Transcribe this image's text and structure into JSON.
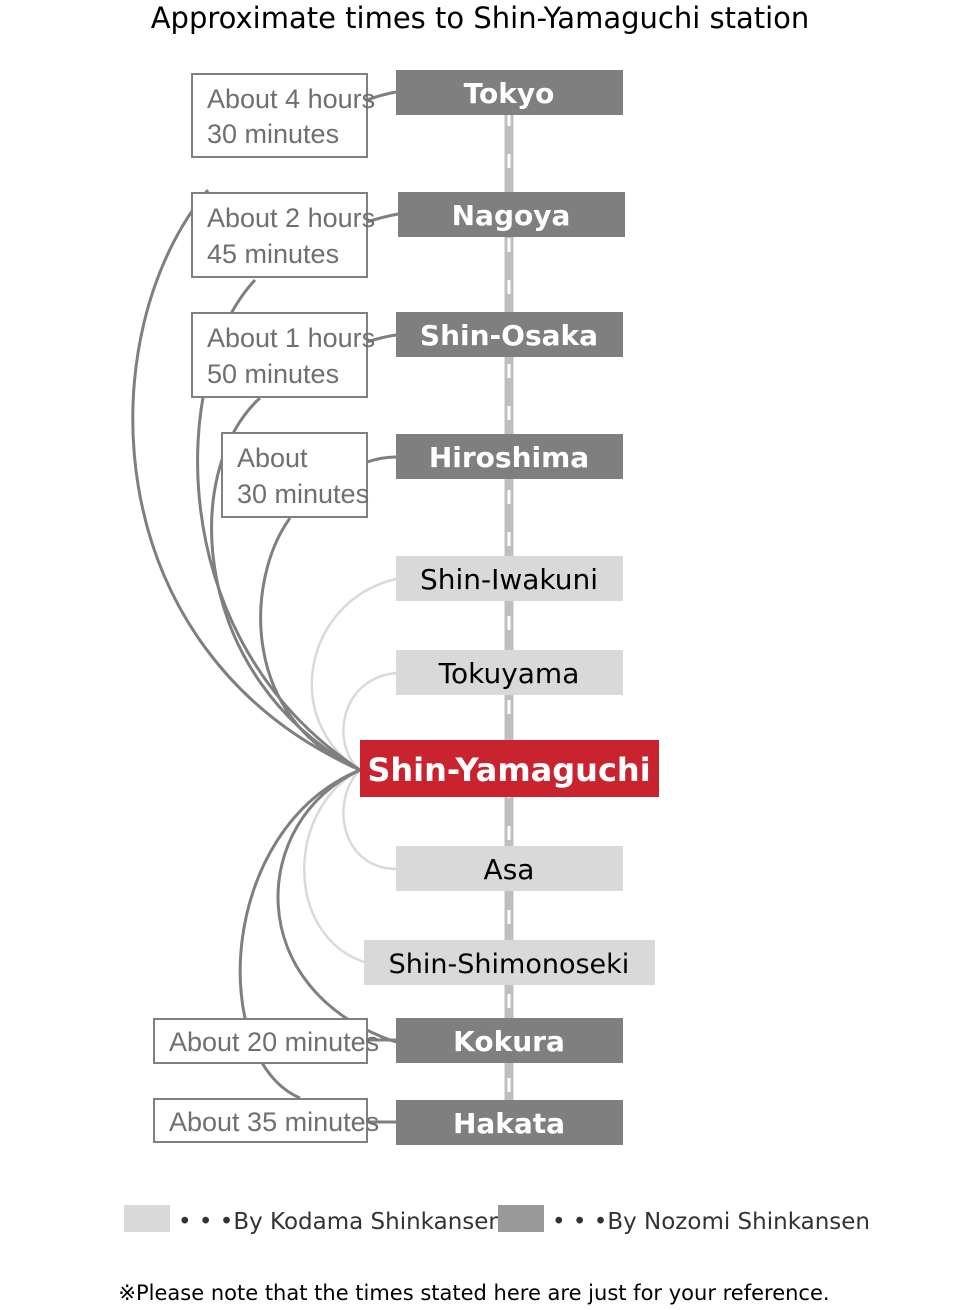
{
  "title": "Approximate times to Shin-Yamaguchi station",
  "colors": {
    "nozomi_box": "#7f7f7f",
    "kodama_box": "#d9d9d9",
    "highlight": "#c8232e",
    "nozomi_curve": "#7f7f7f",
    "kodama_curve": "#d9d9d9",
    "track": "#bfbfbf",
    "time_box_border": "#808080",
    "time_text": "#6f6f6f"
  },
  "stations": [
    {
      "id": "tokyo",
      "name": "Tokyo",
      "type": "nozomi",
      "time": [
        "About 4 hours",
        "30 minutes"
      ]
    },
    {
      "id": "nagoya",
      "name": "Nagoya",
      "type": "nozomi",
      "time": [
        "About 2 hours",
        "45 minutes"
      ]
    },
    {
      "id": "shin-osaka",
      "name": "Shin-Osaka",
      "type": "nozomi",
      "time": [
        "About 1 hours",
        "50 minutes"
      ]
    },
    {
      "id": "hiroshima",
      "name": "Hiroshima",
      "type": "nozomi",
      "time": [
        "About",
        "30 minutes"
      ]
    },
    {
      "id": "shin-iwakuni",
      "name": "Shin-Iwakuni",
      "type": "kodama",
      "time": []
    },
    {
      "id": "tokuyama",
      "name": "Tokuyama",
      "type": "kodama",
      "time": []
    },
    {
      "id": "shin-yamaguchi",
      "name": "Shin-Yamaguchi",
      "type": "highlight",
      "time": []
    },
    {
      "id": "asa",
      "name": "Asa",
      "type": "kodama",
      "time": []
    },
    {
      "id": "shin-shimonoseki",
      "name": "Shin-Shimonoseki",
      "type": "kodama",
      "time": []
    },
    {
      "id": "kokura",
      "name": "Kokura",
      "type": "nozomi",
      "time": [
        "About 20 minutes"
      ]
    },
    {
      "id": "hakata",
      "name": "Hakata",
      "type": "nozomi",
      "time": [
        "About 35 minutes"
      ]
    }
  ],
  "legend": [
    {
      "label": "• • •By Kodama Shinkansen",
      "color": "#d9d9d9"
    },
    {
      "label": "• • •By Nozomi Shinkansen",
      "color": "#999999"
    }
  ],
  "note": "※Please note that the times stated here are just for your reference."
}
